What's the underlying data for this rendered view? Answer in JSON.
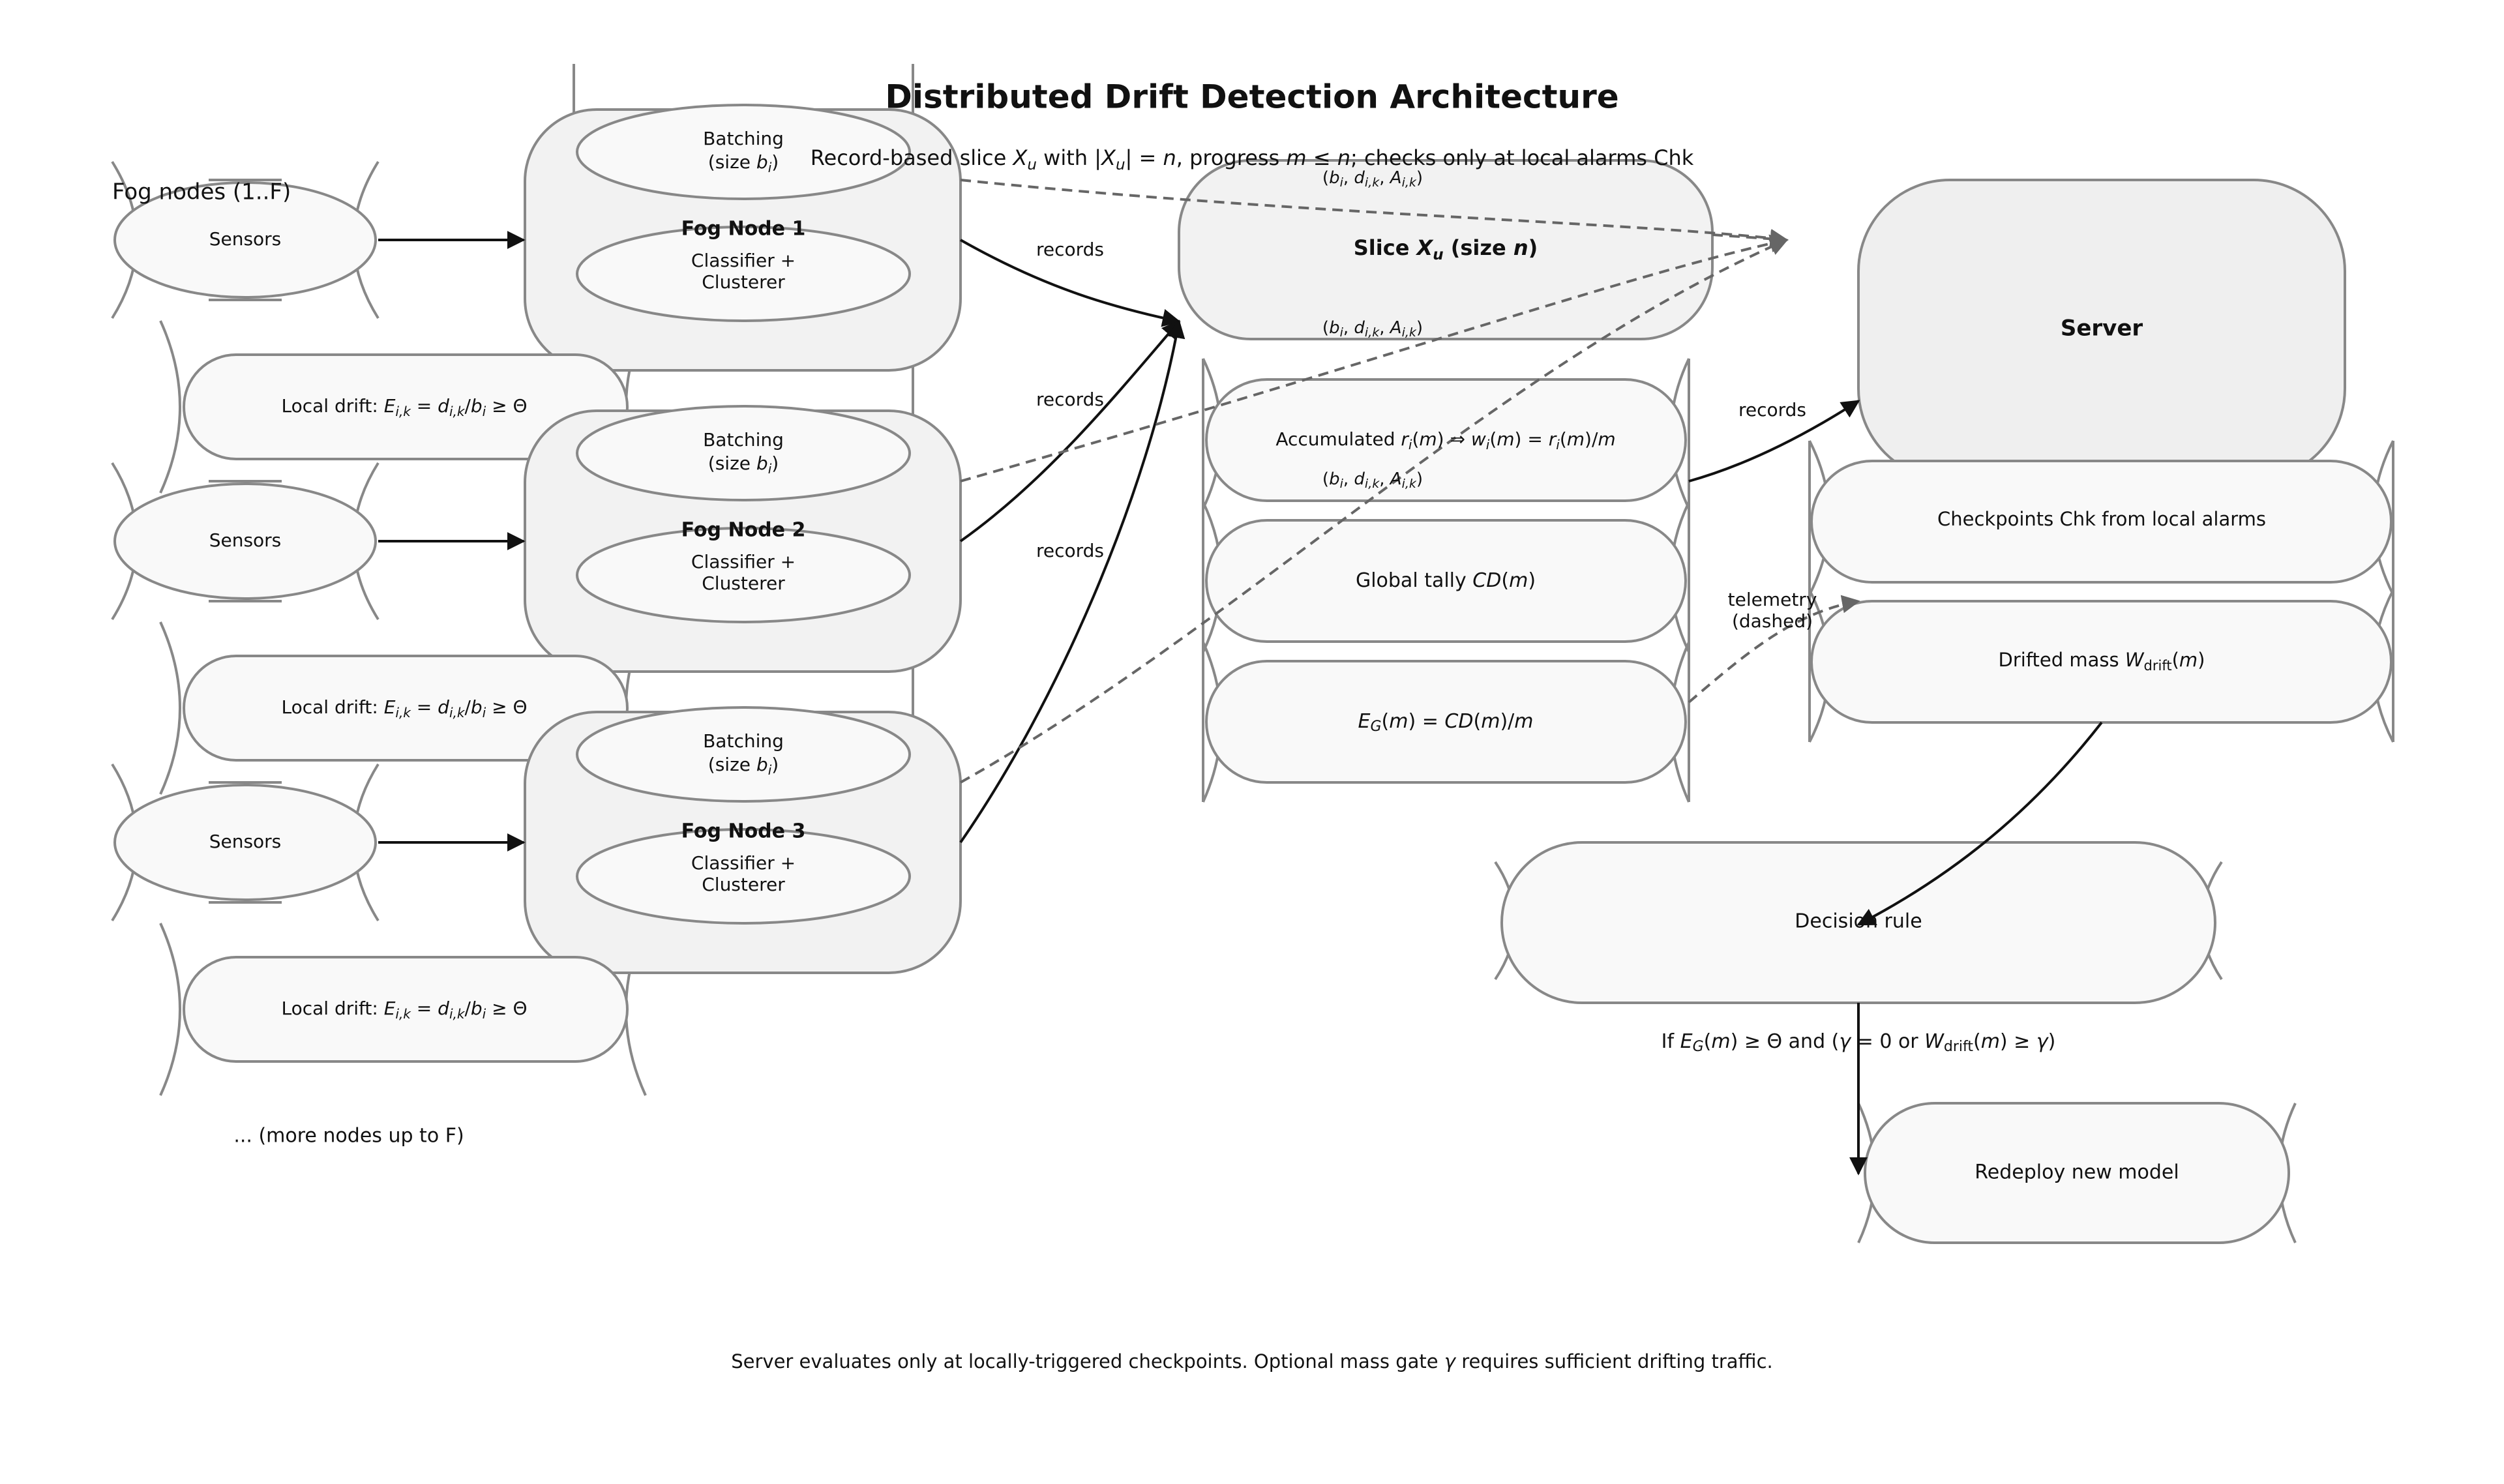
{
  "title": "Distributed Drift Detection Architecture",
  "subtitle_parts": [
    "Record-based slice ",
    "X",
    "u",
    " with |",
    "X",
    "u",
    "| = ",
    "n",
    ", progress ",
    "m",
    " ≤ ",
    "n",
    "; checks only at local alarms Chk"
  ],
  "fog_header": "Fog nodes (1..F)",
  "sensors_label": "Sensors",
  "batching_line1": "Batching",
  "batching_line2_parts": [
    "(size ",
    "b",
    "i",
    ")"
  ],
  "classifier_line1": "Classifier +",
  "classifier_line2": "Clusterer",
  "fog_nodes": [
    "Fog Node 1",
    "Fog Node 2",
    "Fog Node 3"
  ],
  "local_drift_parts": [
    "Local drift: ",
    "E",
    "i,k",
    " = ",
    "d",
    "i,k",
    "/",
    "b",
    "i",
    " ≥ Θ"
  ],
  "more_nodes": "... (more nodes up to F)",
  "records_label": "records",
  "tuple_parts": [
    "(",
    "b",
    "i",
    ", ",
    "d",
    "i,k",
    ", ",
    "A",
    "i,k",
    ")"
  ],
  "slice_parts": [
    "Slice ",
    "X",
    "u",
    " (size ",
    "n",
    ")"
  ],
  "accumulated_parts": [
    "Accumulated ",
    "r",
    "i",
    "(",
    "m",
    ") ⇒ ",
    "w",
    "i",
    "(",
    "m",
    ") = ",
    "r",
    "i",
    "(",
    "m",
    ")/",
    "m"
  ],
  "global_tally_parts": [
    "Global tally ",
    "CD",
    "(",
    "m",
    ")"
  ],
  "eg_parts": [
    "E",
    "G",
    "(",
    "m",
    ") = ",
    "CD",
    "(",
    "m",
    ")/",
    "m"
  ],
  "server_label": "Server",
  "checkpoints_label": "Checkpoints Chk from local alarms",
  "drifted_parts": [
    "Drifted mass ",
    "W",
    "drift",
    "(",
    "m",
    ")"
  ],
  "telemetry_line1": "telemetry",
  "telemetry_line2": "(dashed)",
  "decision_label": "Decision rule",
  "condition_parts": [
    "If ",
    "E",
    "G",
    "(",
    "m",
    ") ≥ Θ and (",
    "γ",
    " = 0 or ",
    "W",
    "drift",
    "(",
    "m",
    ") ≥ ",
    "γ",
    ")"
  ],
  "redeploy_label": "Redeploy new model",
  "footer_parts": [
    "Server evaluates only at locally-triggered checkpoints. Optional mass gate ",
    "γ",
    " requires sufficient drifting traffic."
  ],
  "colors": {
    "box_fill": "#f9f9f9",
    "container_fill": "#f2f2f2",
    "server_fill": "#efefef",
    "stroke": "#888888",
    "arrow": "#111111",
    "dashed": "#666666"
  }
}
